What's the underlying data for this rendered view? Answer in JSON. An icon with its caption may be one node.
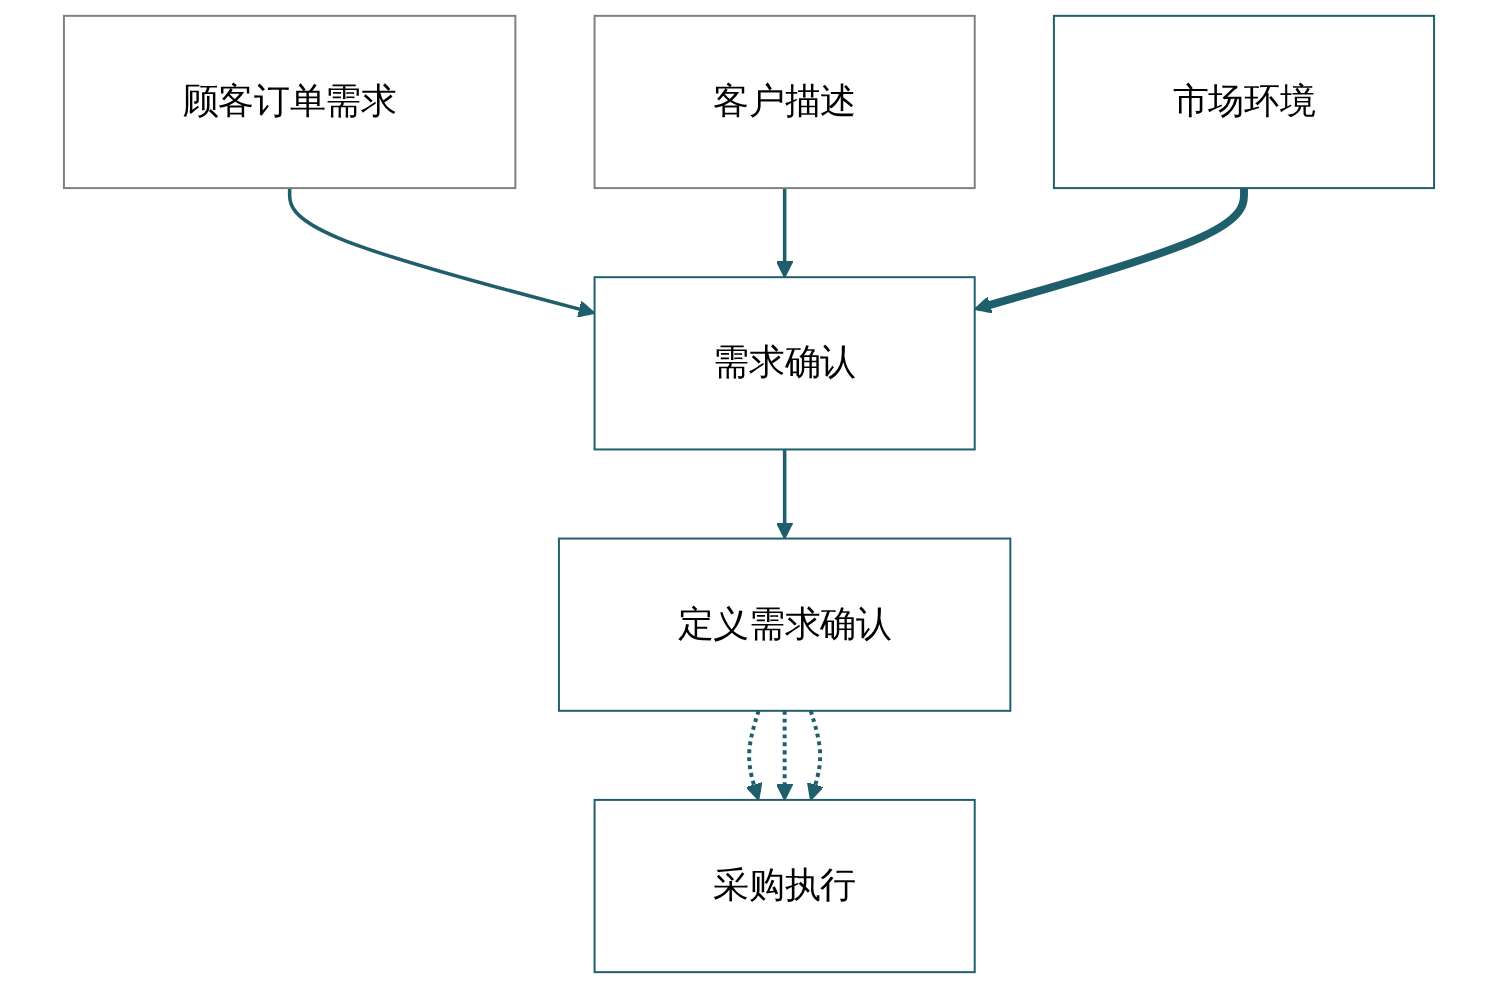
{
  "diagram": {
    "nodes": [
      {
        "text": [
          "顾客订单需求"
        ]
      },
      {
        "text": [
          "客户描述"
        ]
      },
      {
        "text": [
          "需求确认"
        ]
      },
      {
        "text": [
          "市场环境"
        ]
      },
      {
        "text": [
          "定义需求确认"
        ]
      },
      {
        "text": [
          "采购执行"
        ]
      }
    ],
    "edges": [
      {
        "from": 0,
        "to": 2,
        "arrow": "to"
      },
      {
        "from": 1,
        "to": 2,
        "arrow": "to"
      },
      {
        "from": 3,
        "to": 2,
        "arrow": "to",
        "style": "thick"
      },
      {
        "from": 2,
        "to": 4,
        "arrow": "to"
      },
      {
        "from": 4,
        "to": 5,
        "arrow": "to",
        "style": "dashed"
      },
      {
        "from": 4,
        "to": 5,
        "arrow": "to",
        "style": "dashed"
      },
      {
        "from": 4,
        "to": 5,
        "arrow": "to",
        "style": "dashed"
      }
    ]
  }
}
